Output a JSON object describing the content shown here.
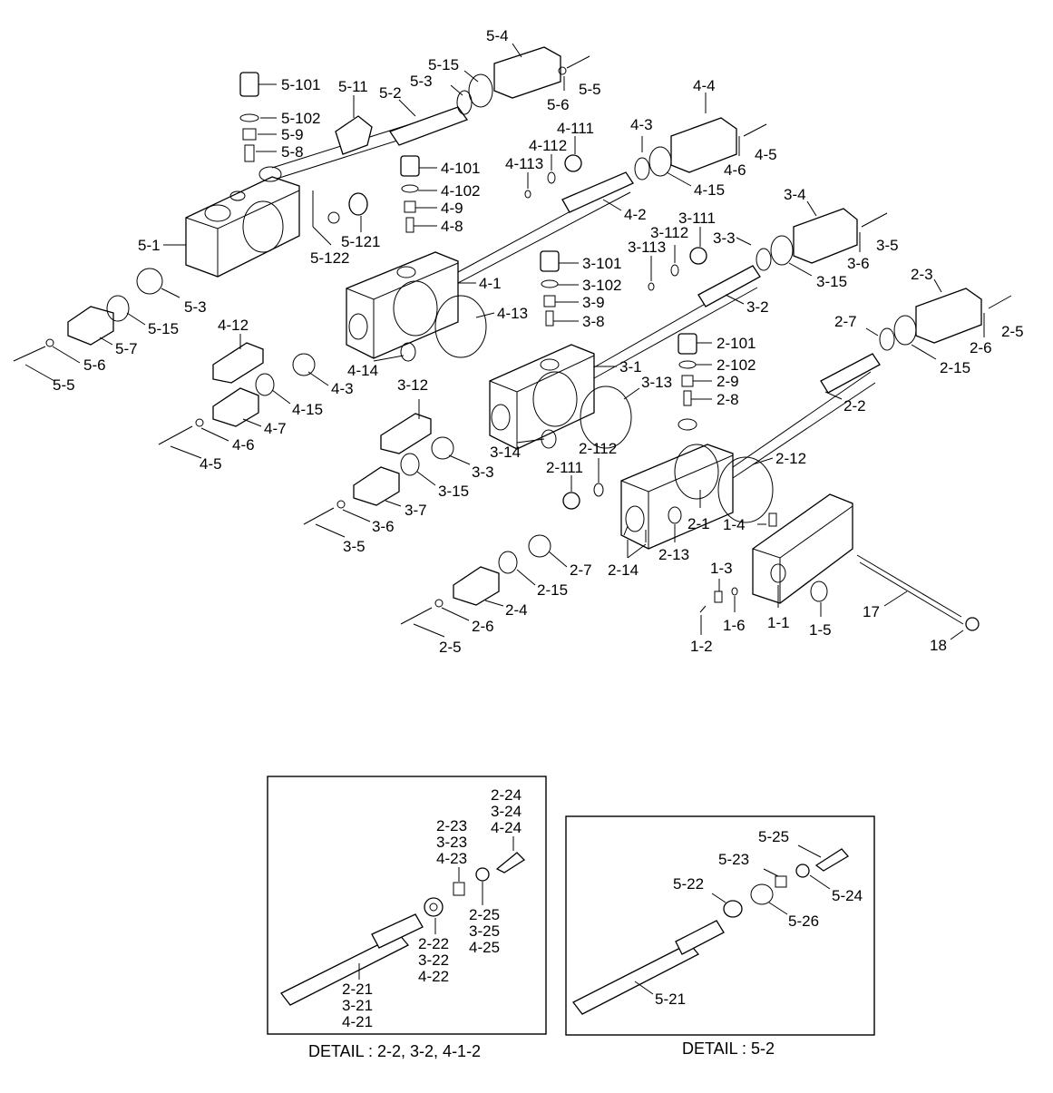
{
  "labels": {
    "l5_101": "5-101",
    "l5_102": "5-102",
    "l5_9": "5-9",
    "l5_8": "5-8",
    "l5_11": "5-11",
    "l5_2": "5-2",
    "l5_3a": "5-3",
    "l5_15a": "5-15",
    "l5_4": "5-4",
    "l5_5a": "5-5",
    "l5_6a": "5-6",
    "l5_121": "5-121",
    "l5_122": "5-122",
    "l5_1": "5-1",
    "l5_3b": "5-3",
    "l5_15b": "5-15",
    "l5_7": "5-7",
    "l5_6b": "5-6",
    "l5_5b": "5-5",
    "l4_111": "4-111",
    "l4_112": "4-112",
    "l4_113": "4-113",
    "l4_101": "4-101",
    "l4_102": "4-102",
    "l4_9": "4-9",
    "l4_8": "4-8",
    "l4_2": "4-2",
    "l4_3a": "4-3",
    "l4_4": "4-4",
    "l4_5a": "4-5",
    "l4_6a": "4-6",
    "l4_15a": "4-15",
    "l4_1": "4-1",
    "l4_13": "4-13",
    "l4_12": "4-12",
    "l4_14": "4-14",
    "l4_3b": "4-3",
    "l4_15b": "4-15",
    "l4_7": "4-7",
    "l4_6b": "4-6",
    "l4_5b": "4-5",
    "l3_111": "3-111",
    "l3_112": "3-112",
    "l3_113": "3-113",
    "l3_101": "3-101",
    "l3_102": "3-102",
    "l3_9": "3-9",
    "l3_8": "3-8",
    "l3_2": "3-2",
    "l3_3a": "3-3",
    "l3_4": "3-4",
    "l3_5a": "3-5",
    "l3_6a": "3-6",
    "l3_15a": "3-15",
    "l3_1": "3-1",
    "l3_13": "3-13",
    "l3_12": "3-12",
    "l3_14": "3-14",
    "l3_3b": "3-3",
    "l3_15b": "3-15",
    "l3_7": "3-7",
    "l3_6b": "3-6",
    "l3_5b": "3-5",
    "l2_101": "2-101",
    "l2_102": "2-102",
    "l2_9": "2-9",
    "l2_8": "2-8",
    "l2_2": "2-2",
    "l2_7a": "2-7",
    "l2_3": "2-3",
    "l2_5a": "2-5",
    "l2_6a": "2-6",
    "l2_15a": "2-15",
    "l2_12": "2-12",
    "l2_112": "2-112",
    "l2_111": "2-111",
    "l2_1": "2-1",
    "l2_13": "2-13",
    "l2_14": "2-14",
    "l2_7b": "2-7",
    "l2_15b": "2-15",
    "l2_4": "2-4",
    "l2_6b": "2-6",
    "l2_5b": "2-5",
    "l1_4": "1-4",
    "l1_3": "1-3",
    "l1_6": "1-6",
    "l1_1": "1-1",
    "l1_5": "1-5",
    "l1_2": "1-2",
    "l17": "17",
    "l18": "18"
  },
  "detail_a": {
    "caption": "DETAIL :  2-2,  3-2, 4-1-2",
    "l24": [
      "2-24",
      "3-24",
      "4-24"
    ],
    "l23": [
      "2-23",
      "3-23",
      "4-23"
    ],
    "l25": [
      "2-25",
      "3-25",
      "4-25"
    ],
    "l22": [
      "2-22",
      "3-22",
      "4-22"
    ],
    "l21": [
      "2-21",
      "3-21",
      "4-21"
    ]
  },
  "detail_b": {
    "caption": "DETAIL :  5-2",
    "l25": "5-25",
    "l23": "5-23",
    "l22": "5-22",
    "l24": "5-24",
    "l26": "5-26",
    "l21": "5-21"
  }
}
